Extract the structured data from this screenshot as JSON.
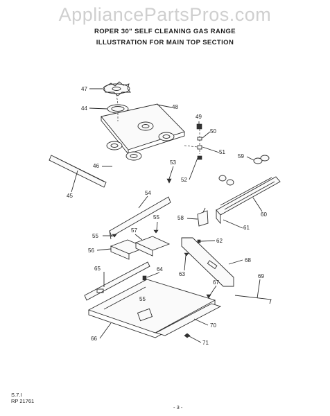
{
  "watermark": "AppliancePartsPros.com",
  "title_line1": "ROPER 30\" SELF CLEANING GAS RANGE",
  "title_line2": "ILLUSTRATION FOR MAIN TOP SECTION",
  "footer": {
    "code_line1": "S.7.I",
    "code_line2": "RP 21761",
    "page_number": "- 3 -"
  },
  "callouts": {
    "c47": "47",
    "c44": "44",
    "c48": "48",
    "c49": "49",
    "c50": "50",
    "c51": "51",
    "c46": "46",
    "c45": "45",
    "c53": "53",
    "c52": "52",
    "c59": "59",
    "c54": "54",
    "c55a": "55",
    "c55b": "55",
    "c55c": "55",
    "c58": "58",
    "c60": "60",
    "c61": "61",
    "c57": "57",
    "c56": "56",
    "c62": "62",
    "c65": "65",
    "c64": "64",
    "c63": "63",
    "c68": "68",
    "c67": "67",
    "c69": "69",
    "c66": "66",
    "c70": "70",
    "c71": "71"
  }
}
